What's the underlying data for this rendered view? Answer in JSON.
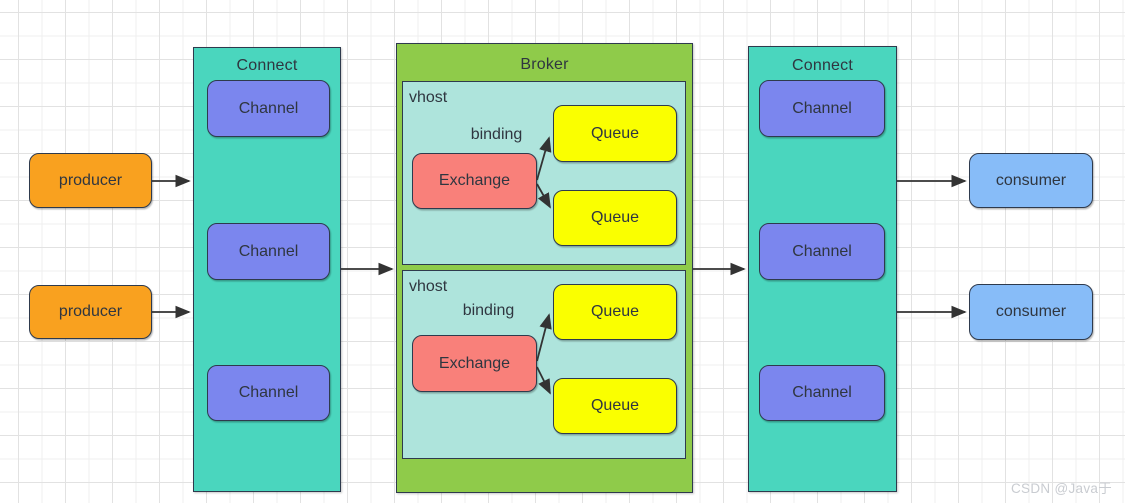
{
  "diagram": {
    "watermark": "CSDN @Java于",
    "colors": {
      "connect-fill": "#4AD6BE",
      "channel-fill": "#7B86EE",
      "producer-fill": "#F9A11F",
      "broker-fill": "#8FCB4A",
      "vhost-fill": "#AEE4DC",
      "exchange-fill": "#F9807A",
      "queue-fill": "#FAFF00",
      "consumer-fill": "#87BCF8",
      "border": "#2E3A4D",
      "arrow": "#333333",
      "text": "#2F3640",
      "watermark-color": "#C9CCD1"
    },
    "producers": [
      {
        "label": "producer"
      },
      {
        "label": "producer"
      }
    ],
    "consumers": [
      {
        "label": "consumer"
      },
      {
        "label": "consumer"
      }
    ],
    "connect_left": {
      "title": "Connect",
      "channels": [
        {
          "label": "Channel"
        },
        {
          "label": "Channel"
        },
        {
          "label": "Channel"
        }
      ]
    },
    "connect_right": {
      "title": "Connect",
      "channels": [
        {
          "label": "Channel"
        },
        {
          "label": "Channel"
        },
        {
          "label": "Channel"
        }
      ]
    },
    "broker": {
      "title": "Broker",
      "vhosts": [
        {
          "label": "vhost",
          "binding": "binding",
          "exchange": {
            "label": "Exchange"
          },
          "queues": [
            {
              "label": "Queue"
            },
            {
              "label": "Queue"
            }
          ]
        },
        {
          "label": "vhost",
          "binding": "binding",
          "exchange": {
            "label": "Exchange"
          },
          "queues": [
            {
              "label": "Queue"
            },
            {
              "label": "Queue"
            }
          ]
        }
      ]
    }
  }
}
